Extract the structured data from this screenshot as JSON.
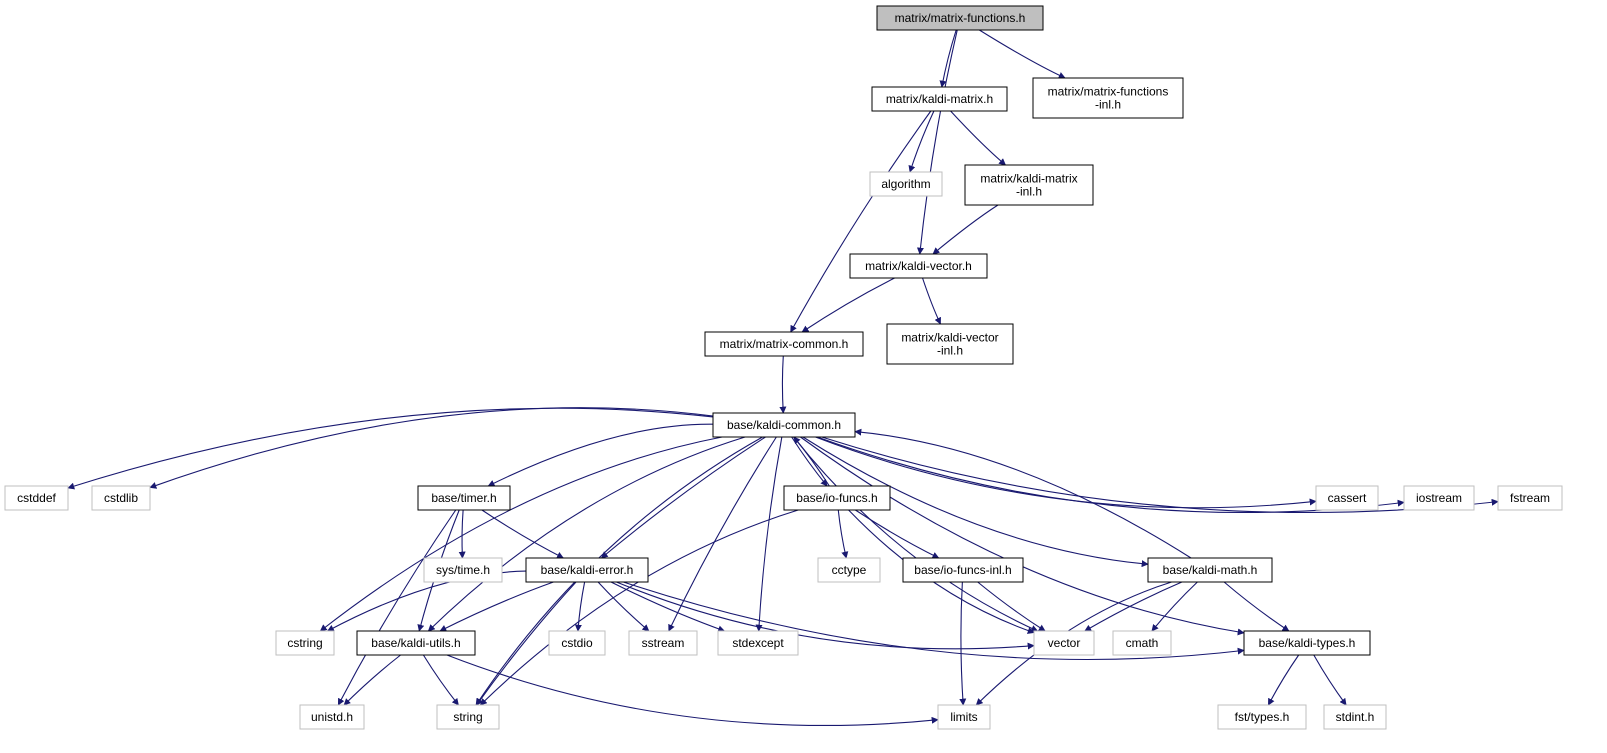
{
  "title": "",
  "colors": {
    "edge": "#191970",
    "root_fill": "#bfbfbf",
    "node_border": "#000000",
    "external_border": "#bfbfbf",
    "background": "#ffffff"
  },
  "nodes": [
    {
      "id": "mf",
      "lines": [
        "matrix/matrix-functions.h"
      ],
      "kind": "root"
    },
    {
      "id": "km",
      "lines": [
        "matrix/kaldi-matrix.h"
      ],
      "kind": "local"
    },
    {
      "id": "mfi",
      "lines": [
        "matrix/matrix-functions",
        "-inl.h"
      ],
      "kind": "local"
    },
    {
      "id": "algorithm",
      "lines": [
        "algorithm"
      ],
      "kind": "external"
    },
    {
      "id": "kmi",
      "lines": [
        "matrix/kaldi-matrix",
        "-inl.h"
      ],
      "kind": "local"
    },
    {
      "id": "kv",
      "lines": [
        "matrix/kaldi-vector.h"
      ],
      "kind": "local"
    },
    {
      "id": "mc",
      "lines": [
        "matrix/matrix-common.h"
      ],
      "kind": "local"
    },
    {
      "id": "kvi",
      "lines": [
        "matrix/kaldi-vector",
        "-inl.h"
      ],
      "kind": "local"
    },
    {
      "id": "kc",
      "lines": [
        "base/kaldi-common.h"
      ],
      "kind": "local"
    },
    {
      "id": "cstddef",
      "lines": [
        "cstddef"
      ],
      "kind": "external"
    },
    {
      "id": "cstdlib",
      "lines": [
        "cstdlib"
      ],
      "kind": "external"
    },
    {
      "id": "timer",
      "lines": [
        "base/timer.h"
      ],
      "kind": "local"
    },
    {
      "id": "iof",
      "lines": [
        "base/io-funcs.h"
      ],
      "kind": "local"
    },
    {
      "id": "cassert",
      "lines": [
        "cassert"
      ],
      "kind": "external"
    },
    {
      "id": "iostream",
      "lines": [
        "iostream"
      ],
      "kind": "external"
    },
    {
      "id": "fstream",
      "lines": [
        "fstream"
      ],
      "kind": "external"
    },
    {
      "id": "systime",
      "lines": [
        "sys/time.h"
      ],
      "kind": "external"
    },
    {
      "id": "ke",
      "lines": [
        "base/kaldi-error.h"
      ],
      "kind": "local"
    },
    {
      "id": "cctype",
      "lines": [
        "cctype"
      ],
      "kind": "external"
    },
    {
      "id": "iofi",
      "lines": [
        "base/io-funcs-inl.h"
      ],
      "kind": "local"
    },
    {
      "id": "kmath",
      "lines": [
        "base/kaldi-math.h"
      ],
      "kind": "local"
    },
    {
      "id": "cstring",
      "lines": [
        "cstring"
      ],
      "kind": "external"
    },
    {
      "id": "ku",
      "lines": [
        "base/kaldi-utils.h"
      ],
      "kind": "local"
    },
    {
      "id": "cstdio",
      "lines": [
        "cstdio"
      ],
      "kind": "external"
    },
    {
      "id": "sstream",
      "lines": [
        "sstream"
      ],
      "kind": "external"
    },
    {
      "id": "stdexcept",
      "lines": [
        "stdexcept"
      ],
      "kind": "external"
    },
    {
      "id": "vector",
      "lines": [
        "vector"
      ],
      "kind": "external"
    },
    {
      "id": "cmath",
      "lines": [
        "cmath"
      ],
      "kind": "external"
    },
    {
      "id": "kt",
      "lines": [
        "base/kaldi-types.h"
      ],
      "kind": "local"
    },
    {
      "id": "unistd",
      "lines": [
        "unistd.h"
      ],
      "kind": "external"
    },
    {
      "id": "string",
      "lines": [
        "string"
      ],
      "kind": "external"
    },
    {
      "id": "limits",
      "lines": [
        "limits"
      ],
      "kind": "external"
    },
    {
      "id": "fsttypes",
      "lines": [
        "fst/types.h"
      ],
      "kind": "external"
    },
    {
      "id": "stdint",
      "lines": [
        "stdint.h"
      ],
      "kind": "external"
    }
  ],
  "edges": [
    [
      "mf",
      "km"
    ],
    [
      "mf",
      "mfi"
    ],
    [
      "mf",
      "kv"
    ],
    [
      "km",
      "algorithm"
    ],
    [
      "km",
      "kmi"
    ],
    [
      "km",
      "mc"
    ],
    [
      "kmi",
      "kv"
    ],
    [
      "kv",
      "mc"
    ],
    [
      "kv",
      "kvi"
    ],
    [
      "mc",
      "kc"
    ],
    [
      "kc",
      "cstddef"
    ],
    [
      "kc",
      "cstdlib"
    ],
    [
      "kc",
      "timer"
    ],
    [
      "kc",
      "iof"
    ],
    [
      "kc",
      "cassert"
    ],
    [
      "kc",
      "iostream"
    ],
    [
      "kc",
      "fstream"
    ],
    [
      "kc",
      "ke"
    ],
    [
      "kc",
      "kmath"
    ],
    [
      "kc",
      "kt"
    ],
    [
      "kc",
      "cstring"
    ],
    [
      "kc",
      "ku"
    ],
    [
      "kc",
      "sstream"
    ],
    [
      "kc",
      "stdexcept"
    ],
    [
      "kc",
      "vector"
    ],
    [
      "kc",
      "string"
    ],
    [
      "iof",
      "kc"
    ],
    [
      "iof",
      "cctype"
    ],
    [
      "iof",
      "iofi"
    ],
    [
      "iof",
      "vector"
    ],
    [
      "iof",
      "string"
    ],
    [
      "kmath",
      "kc"
    ],
    [
      "kmath",
      "vector"
    ],
    [
      "kmath",
      "cmath"
    ],
    [
      "kmath",
      "kt"
    ],
    [
      "kmath",
      "limits"
    ],
    [
      "timer",
      "systime"
    ],
    [
      "timer",
      "ke"
    ],
    [
      "timer",
      "ku"
    ],
    [
      "timer",
      "unistd"
    ],
    [
      "ke",
      "cstring"
    ],
    [
      "ke",
      "ku"
    ],
    [
      "ke",
      "cstdio"
    ],
    [
      "ke",
      "sstream"
    ],
    [
      "ke",
      "stdexcept"
    ],
    [
      "ke",
      "vector"
    ],
    [
      "ke",
      "kt"
    ],
    [
      "ke",
      "string"
    ],
    [
      "iofi",
      "limits"
    ],
    [
      "iofi",
      "vector"
    ],
    [
      "ku",
      "unistd"
    ],
    [
      "ku",
      "string"
    ],
    [
      "ku",
      "limits"
    ],
    [
      "kt",
      "fsttypes"
    ],
    [
      "kt",
      "stdint"
    ]
  ]
}
